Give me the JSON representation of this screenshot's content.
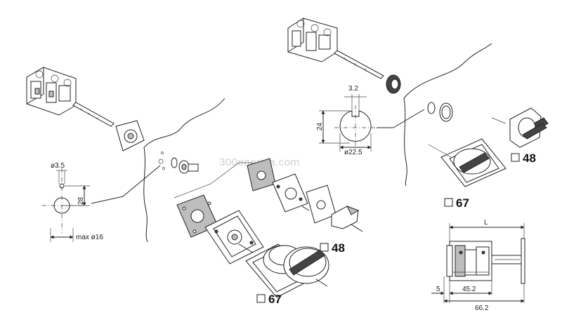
{
  "watermark": "300energia.com",
  "panel_hole": {
    "d_small": "ø3.5",
    "spacing": "28",
    "max_d": "max ø16"
  },
  "shaft_profile": {
    "flat": "3.2",
    "height": "24",
    "diameter": "ø22.5"
  },
  "side_view": {
    "overall": "L",
    "offset": "5",
    "body": "45.2",
    "total": "66.2"
  },
  "refs": {
    "ref_48_left": "48",
    "ref_67_left": "67",
    "ref_48_right": "48",
    "ref_67_right": "67"
  }
}
